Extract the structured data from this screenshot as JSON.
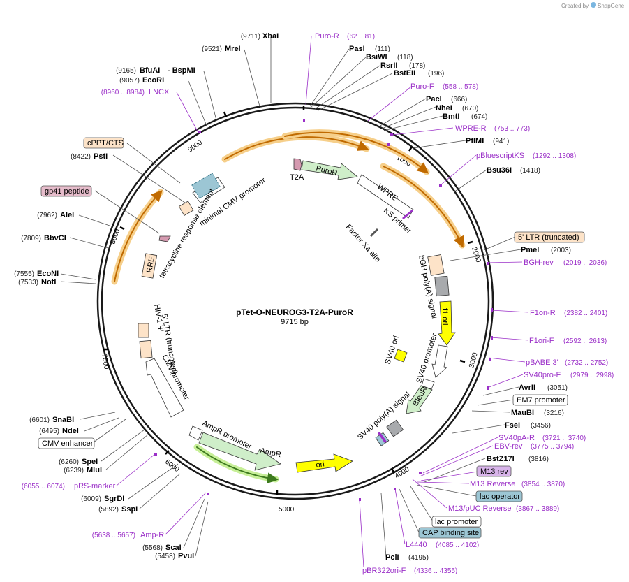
{
  "credit": {
    "prefix": "Created by",
    "brand": "SnapGene"
  },
  "plasmid": {
    "name": "pTet-O-NEUROG3-T2A-PuroR",
    "length": "9715 bp"
  },
  "ticks": [
    "1000",
    "2000",
    "3000",
    "4000",
    "5000",
    "6000",
    "7000",
    "8000",
    "9000"
  ],
  "enzymes": [
    {
      "name": "XbaI",
      "pos": "(9711)"
    },
    {
      "name": "MreI",
      "pos": "(9521)"
    },
    {
      "name": "BfuAI",
      "pos": "(9165)"
    },
    {
      "name": "- BspMI",
      "pos": ""
    },
    {
      "name": "EcoRI",
      "pos": "(9057)"
    },
    {
      "name": "PstI",
      "pos": "(8422)"
    },
    {
      "name": "AleI",
      "pos": "(7962)"
    },
    {
      "name": "BbvCI",
      "pos": "(7809)"
    },
    {
      "name": "EcoNI",
      "pos": "(7555)"
    },
    {
      "name": "NotI",
      "pos": "(7533)"
    },
    {
      "name": "SnaBI",
      "pos": "(6601)"
    },
    {
      "name": "NdeI",
      "pos": "(6495)"
    },
    {
      "name": "SpeI",
      "pos": "(6260)"
    },
    {
      "name": "MluI",
      "pos": "(6239)"
    },
    {
      "name": "SgrDI",
      "pos": "(6009)"
    },
    {
      "name": "SspI",
      "pos": "(5892)"
    },
    {
      "name": "ScaI",
      "pos": "(5568)"
    },
    {
      "name": "PvuI",
      "pos": "(5458)"
    },
    {
      "name": "PasI",
      "pos": "(111)"
    },
    {
      "name": "BsiWI",
      "pos": "(118)"
    },
    {
      "name": "RsrII",
      "pos": "(178)"
    },
    {
      "name": "BstEII",
      "pos": "(196)"
    },
    {
      "name": "PacI",
      "pos": "(666)"
    },
    {
      "name": "NheI",
      "pos": "(670)"
    },
    {
      "name": "BmtI",
      "pos": "(674)"
    },
    {
      "name": "PflMI",
      "pos": "(941)"
    },
    {
      "name": "Bsu36I",
      "pos": "(1418)"
    },
    {
      "name": "PmeI",
      "pos": "(2003)"
    },
    {
      "name": "AvrII",
      "pos": "(3051)"
    },
    {
      "name": "MauBI",
      "pos": "(3216)"
    },
    {
      "name": "FseI",
      "pos": "(3456)"
    },
    {
      "name": "BstZ17I",
      "pos": "(3816)"
    },
    {
      "name": "PciI",
      "pos": "(4195)"
    }
  ],
  "primers": [
    {
      "name": "Puro-R",
      "pos": "(62 .. 81)"
    },
    {
      "name": "LNCX",
      "pos": "(8960 .. 8984)"
    },
    {
      "name": "Puro-F",
      "pos": "(558 .. 578)"
    },
    {
      "name": "WPRE-R",
      "pos": "(753 .. 773)"
    },
    {
      "name": "pBluescriptKS",
      "pos": "(1292 .. 1308)"
    },
    {
      "name": "BGH-rev",
      "pos": "(2019 .. 2036)"
    },
    {
      "name": "F1ori-R",
      "pos": "(2382 .. 2401)"
    },
    {
      "name": "F1ori-F",
      "pos": "(2592 .. 2613)"
    },
    {
      "name": "pBABE 3'",
      "pos": "(2732 .. 2752)"
    },
    {
      "name": "SV40pro-F",
      "pos": "(2979 .. 2998)"
    },
    {
      "name": "SV40pA-R",
      "pos": "(3721 .. 3740)"
    },
    {
      "name": "EBV-rev",
      "pos": "(3775 .. 3794)"
    },
    {
      "name": "M13 Reverse",
      "pos": "(3854 .. 3870)"
    },
    {
      "name": "M13/pUC Reverse",
      "pos": "(3867 .. 3889)"
    },
    {
      "name": "L4440",
      "pos": "(4085 .. 4102)"
    },
    {
      "name": "pBR322ori-F",
      "pos": "(4336 .. 4355)"
    },
    {
      "name": "pRS-marker",
      "pos": "(6055 .. 6074)"
    },
    {
      "name": "Amp-R",
      "pos": "(5638 .. 5657)"
    }
  ],
  "boxed_features": [
    {
      "name": "cPPT/CTS",
      "color": "#fde3c8"
    },
    {
      "name": "gp41 peptide",
      "color": "#e6bccb"
    },
    {
      "name": "5' LTR (truncated)",
      "color": "#fde3c8"
    },
    {
      "name": "EM7 promoter",
      "color": "#ffffff"
    },
    {
      "name": "M13 rev",
      "color": "#d8b4ea"
    },
    {
      "name": "lac operator",
      "color": "#9cc6d4"
    },
    {
      "name": "lac promoter",
      "color": "#ffffff"
    },
    {
      "name": "CAP binding site",
      "color": "#9cc6d4"
    },
    {
      "name": "CMV enhancer",
      "color": "#ffffff"
    }
  ],
  "inner_features": [
    "T2A",
    "PuroR",
    "WPRE",
    "KS primer",
    "Factor Xa site",
    "minimal CMV promoter",
    "tetracycline response element",
    "RRE",
    "bGH poly(A) signal",
    "f1 ori",
    "SV40 promoter",
    "SV40 ori",
    "BleoR",
    "SV40 poly(A) signal",
    "ori",
    "AmpR",
    "AmpR promoter",
    "5' LTR (truncated)",
    "HIV-1 Ψ",
    "CMV promoter"
  ],
  "colors": {
    "backbone": "#1a1a1a",
    "primer": "#9b30c8",
    "orange_arrow": "#f1a030",
    "puroR": "#cfeec9",
    "ampR": "#cfeec9",
    "f1ori": "#ffff00",
    "ori": "#ffff00",
    "bleoR": "#cfeec9",
    "utr": "#fde3c8",
    "grey": "#a8aaad"
  }
}
